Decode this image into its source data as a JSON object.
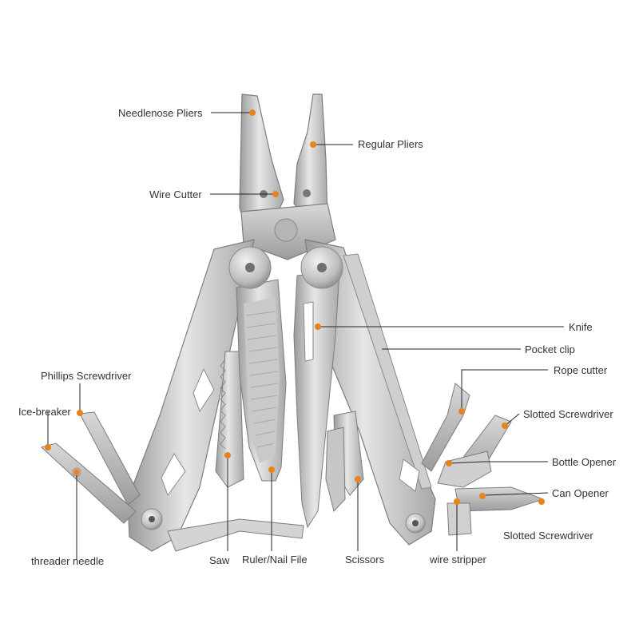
{
  "colors": {
    "accent": "#e8821e",
    "leader_line": "#222222",
    "steel_light": "#e3e3e3",
    "steel_mid": "#c2c2c2",
    "steel_dark": "#8e8e8e",
    "background": "#ffffff"
  },
  "labels": {
    "needlenose_pliers": "Needlenose Pliers",
    "regular_pliers": "Regular Pliers",
    "wire_cutter": "Wire Cutter",
    "knife": "Knife",
    "pocket_clip": "Pocket clip",
    "rope_cutter": "Rope cutter",
    "phillips_screwdriver": "Phillips Screwdriver",
    "ice_breaker": "Ice-breaker",
    "slotted_screwdriver_top": "Slotted Screwdriver",
    "bottle_opener": "Bottle Opener",
    "can_opener": "Can Opener",
    "slotted_screwdriver_bottom": "Slotted Screwdriver",
    "threader_needle": "threader needle",
    "saw": "Saw",
    "ruler_nail_file": "Ruler/Nail File",
    "scissors": "Scissors",
    "wire_stripper": "wire stripper"
  }
}
